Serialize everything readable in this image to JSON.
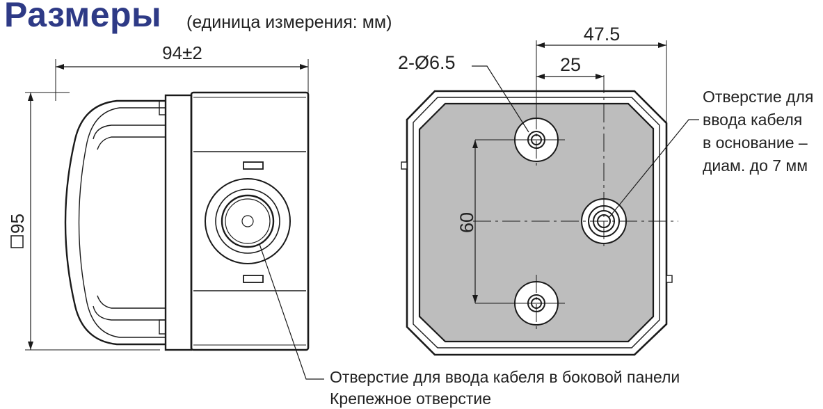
{
  "header": {
    "title": "Размеры",
    "subtitle": "(единица измерения: мм)"
  },
  "colors": {
    "title": "#2e3a86",
    "line": "#1a1a1a",
    "base_fill": "#bdbdbd"
  },
  "side_view": {
    "width_dim": "94±2",
    "height_dim": "95",
    "height_dim_symbol": "square"
  },
  "base_view": {
    "hole_label": "2-Ø6.5",
    "dim_top_outer": "47.5",
    "dim_top_inner": "25",
    "dim_vertical": "60",
    "callout_base_cable": [
      "Отверстие для",
      "ввода кабеля",
      "в основание –",
      "диам. до 7 мм"
    ]
  },
  "footer_callouts": {
    "side_cable": "Отверстие для ввода кабеля в боковой панели",
    "mount_hole": "Крепежное отверстие"
  }
}
